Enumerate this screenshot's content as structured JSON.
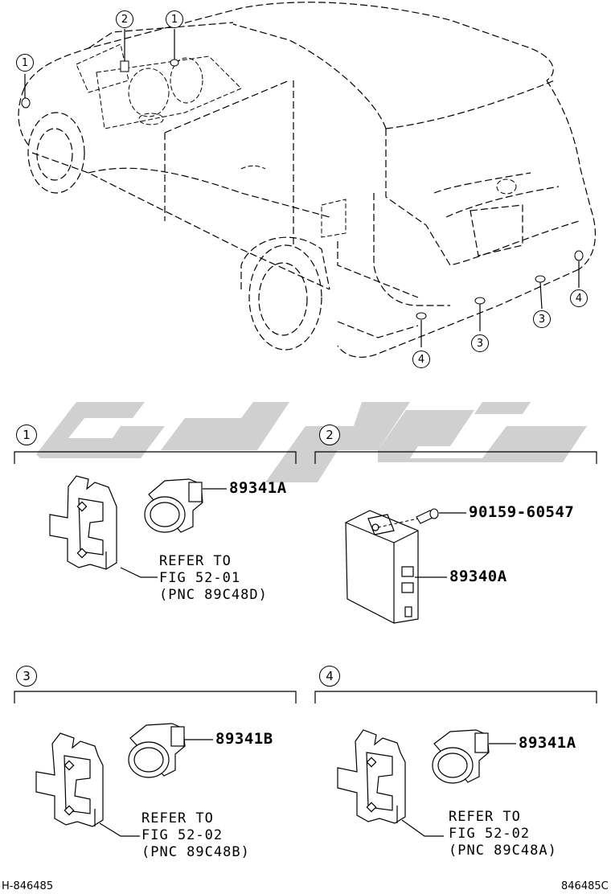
{
  "callouts": {
    "c1_left": "1",
    "c2_top": "2",
    "c1_top": "1",
    "c3_a": "3",
    "c3_b": "3",
    "c4_a": "4",
    "c4_b": "4",
    "sec1": "1",
    "sec2": "2",
    "sec3": "3",
    "sec4": "4"
  },
  "sections": {
    "s1": {
      "part": "89341A",
      "ref": [
        "REFER TO",
        "FIG 52-01",
        "(PNC 89C48D)"
      ]
    },
    "s2": {
      "bolt": "90159-60547",
      "ecu": "89340A"
    },
    "s3": {
      "part": "89341B",
      "ref": [
        "REFER TO",
        "FIG 52-02",
        "(PNC 89C48B)"
      ]
    },
    "s4": {
      "part": "89341A",
      "ref": [
        "REFER TO",
        "FIG 52-02",
        "(PNC 89C48A)"
      ]
    }
  },
  "codes": {
    "left": "H-846485",
    "right": "846485C"
  },
  "colors": {
    "line": "#000000",
    "watermark": "#c8c8c8"
  }
}
